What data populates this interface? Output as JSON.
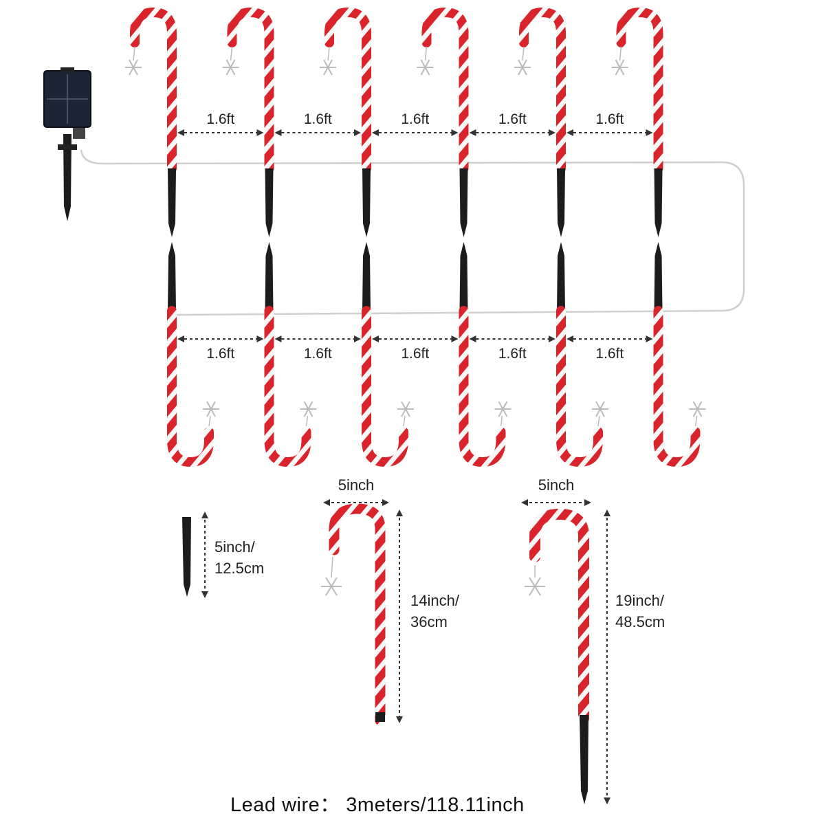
{
  "colors": {
    "cane_red": "#d8242a",
    "cane_white": "#f7f7f7",
    "stake": "#1c1c1c",
    "wire": "#cfcfcf",
    "panel": "#1b2533",
    "text": "#222222"
  },
  "icons": {
    "power": "solar-panel-icon",
    "ornament": "snowflake-icon",
    "stake": "ground-stake-icon"
  },
  "cane_count_per_row": 6,
  "spacing_label": "1.6ft",
  "dimensions": {
    "stake": {
      "line1": "5inch/",
      "line2": "12.5cm"
    },
    "small_cane": {
      "width": "5inch",
      "line1": "14inch/",
      "line2": "36cm"
    },
    "large_cane": {
      "width": "5inch",
      "line1": "19inch/",
      "line2": "48.5cm"
    }
  },
  "lead_wire": "Lead wire： 3meters/118.11inch"
}
